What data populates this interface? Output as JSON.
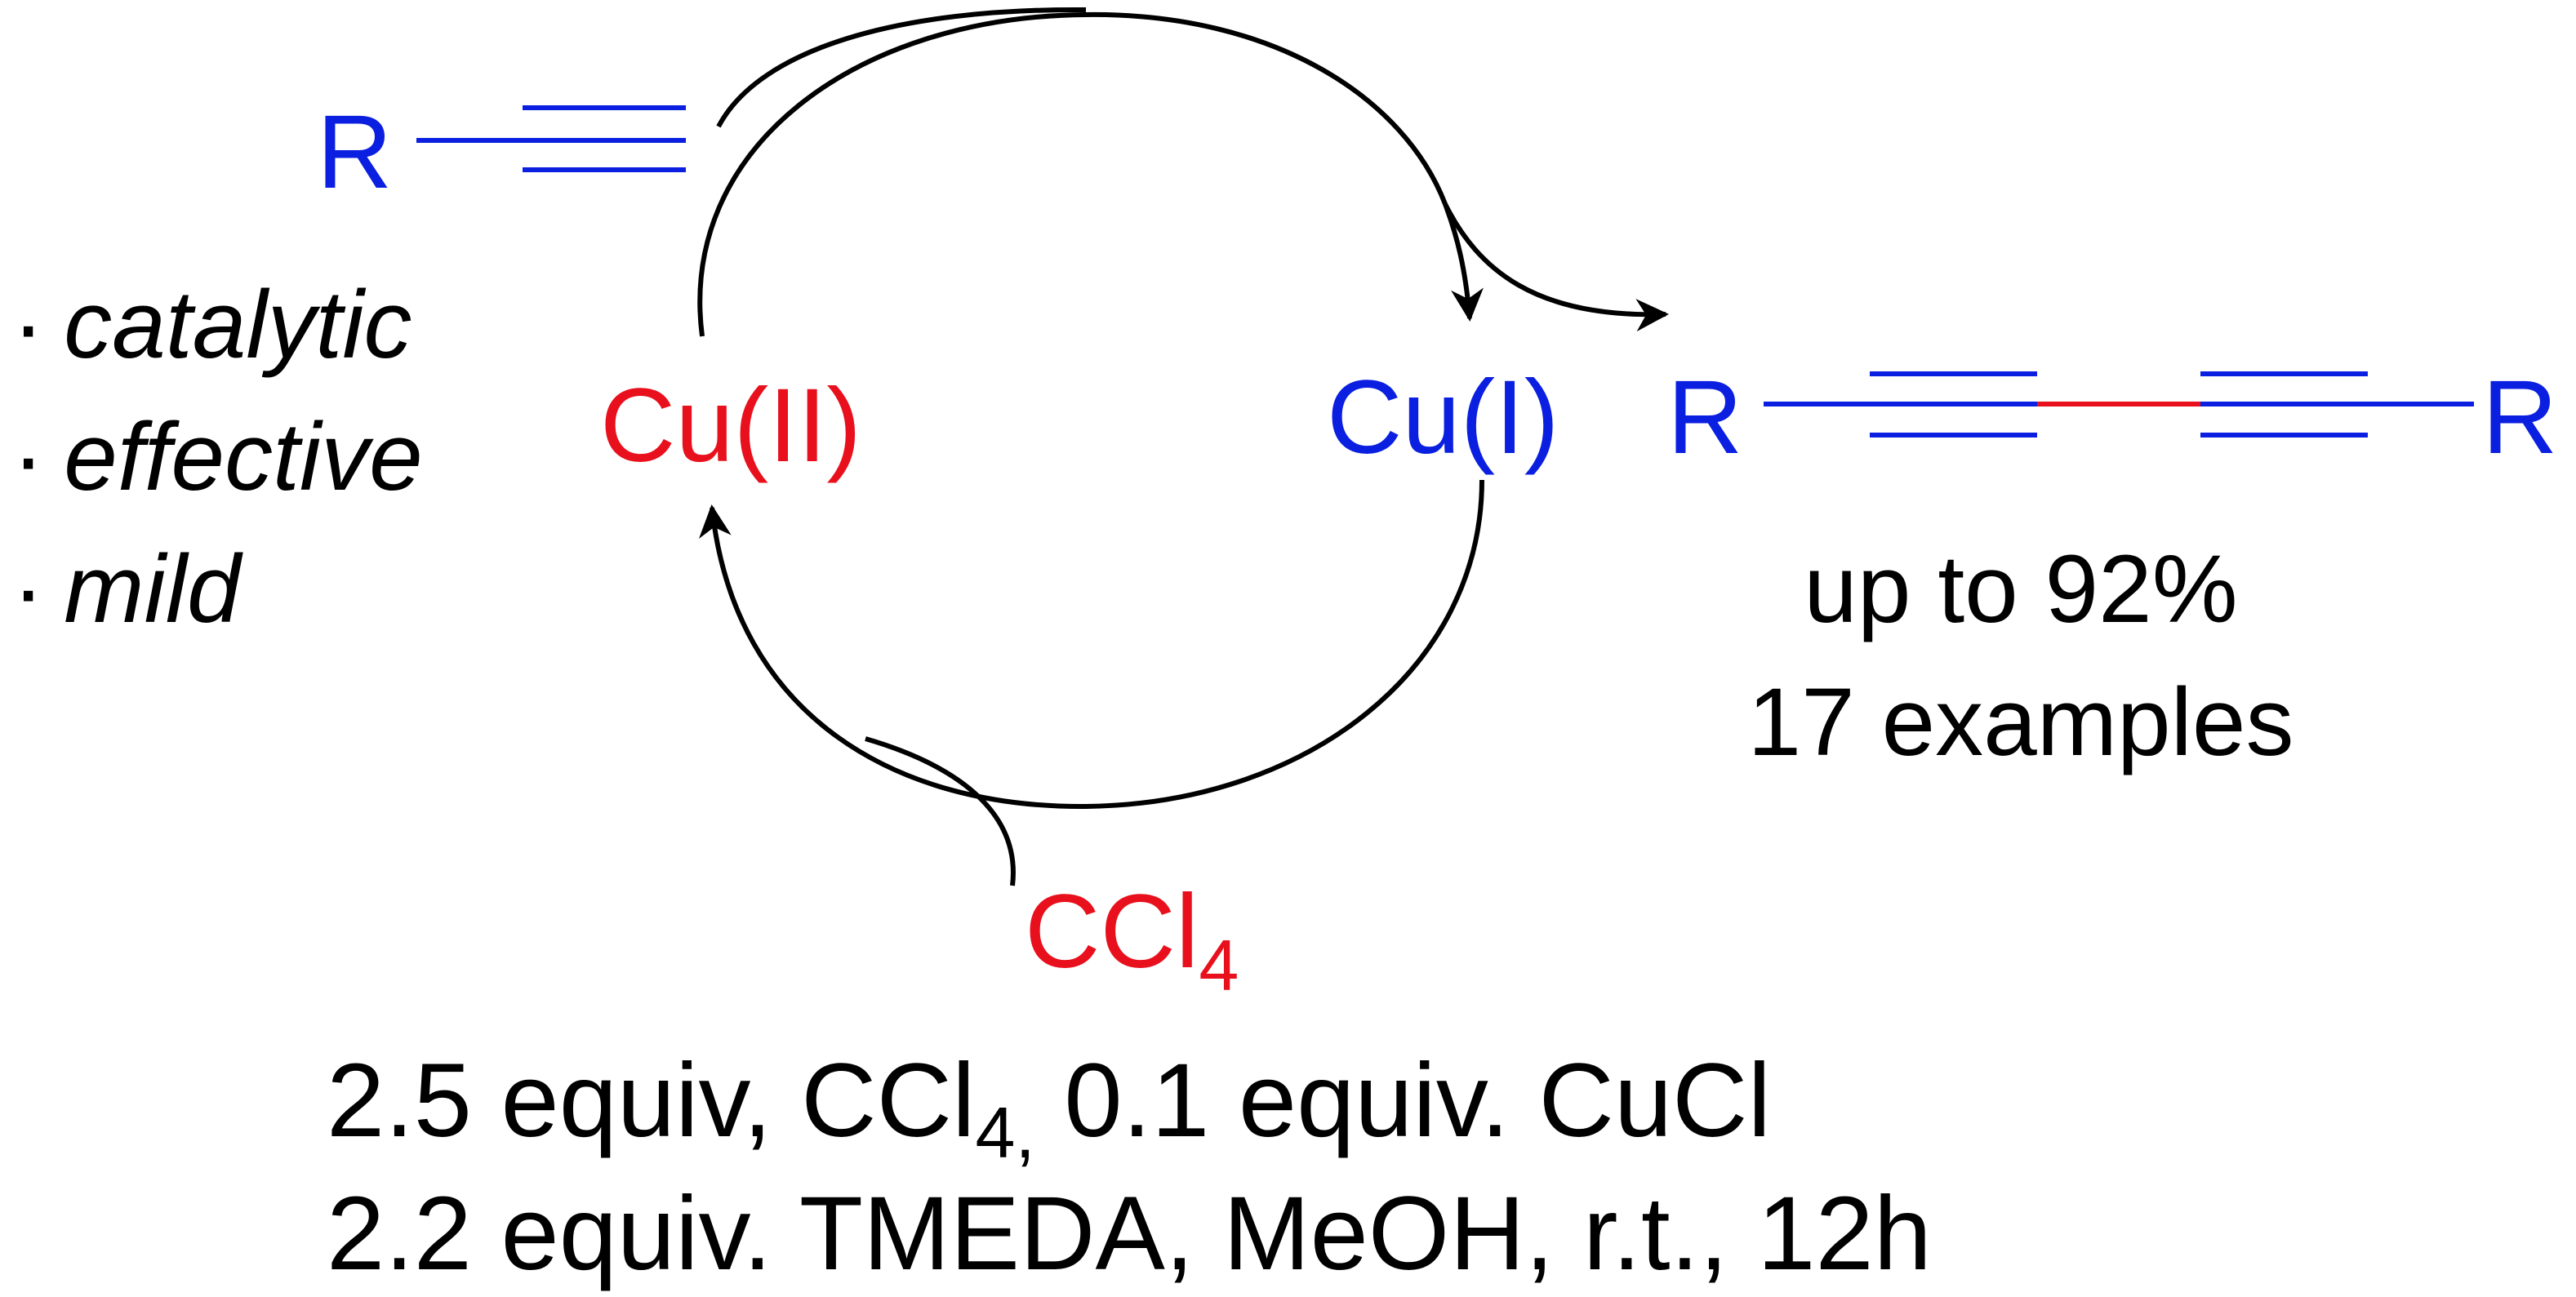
{
  "reactant": {
    "r_label": "R"
  },
  "catalyst": {
    "cu2": "Cu(II)",
    "cu1": "Cu(I)"
  },
  "oxidant": {
    "base": "CCl",
    "subscript": "4"
  },
  "product": {
    "r_left": "R",
    "r_right": "R"
  },
  "features": [
    {
      "bullet": "·",
      "text": "catalytic"
    },
    {
      "bullet": "·",
      "text": "effective"
    },
    {
      "bullet": "·",
      "text": "mild"
    }
  ],
  "results": {
    "yield": "up to 92%",
    "examples": "17 examples"
  },
  "conditions": {
    "line1_part1": "2.5 equiv, CCl",
    "line1_sub": "4,",
    "line1_part2": " 0.1 equiv. CuCl",
    "line2": "2.2 equiv. TMEDA, MeOH, r.t., 12h"
  },
  "colors": {
    "blue": "#0a1fe0",
    "red": "#e8101c",
    "black": "#000000"
  }
}
